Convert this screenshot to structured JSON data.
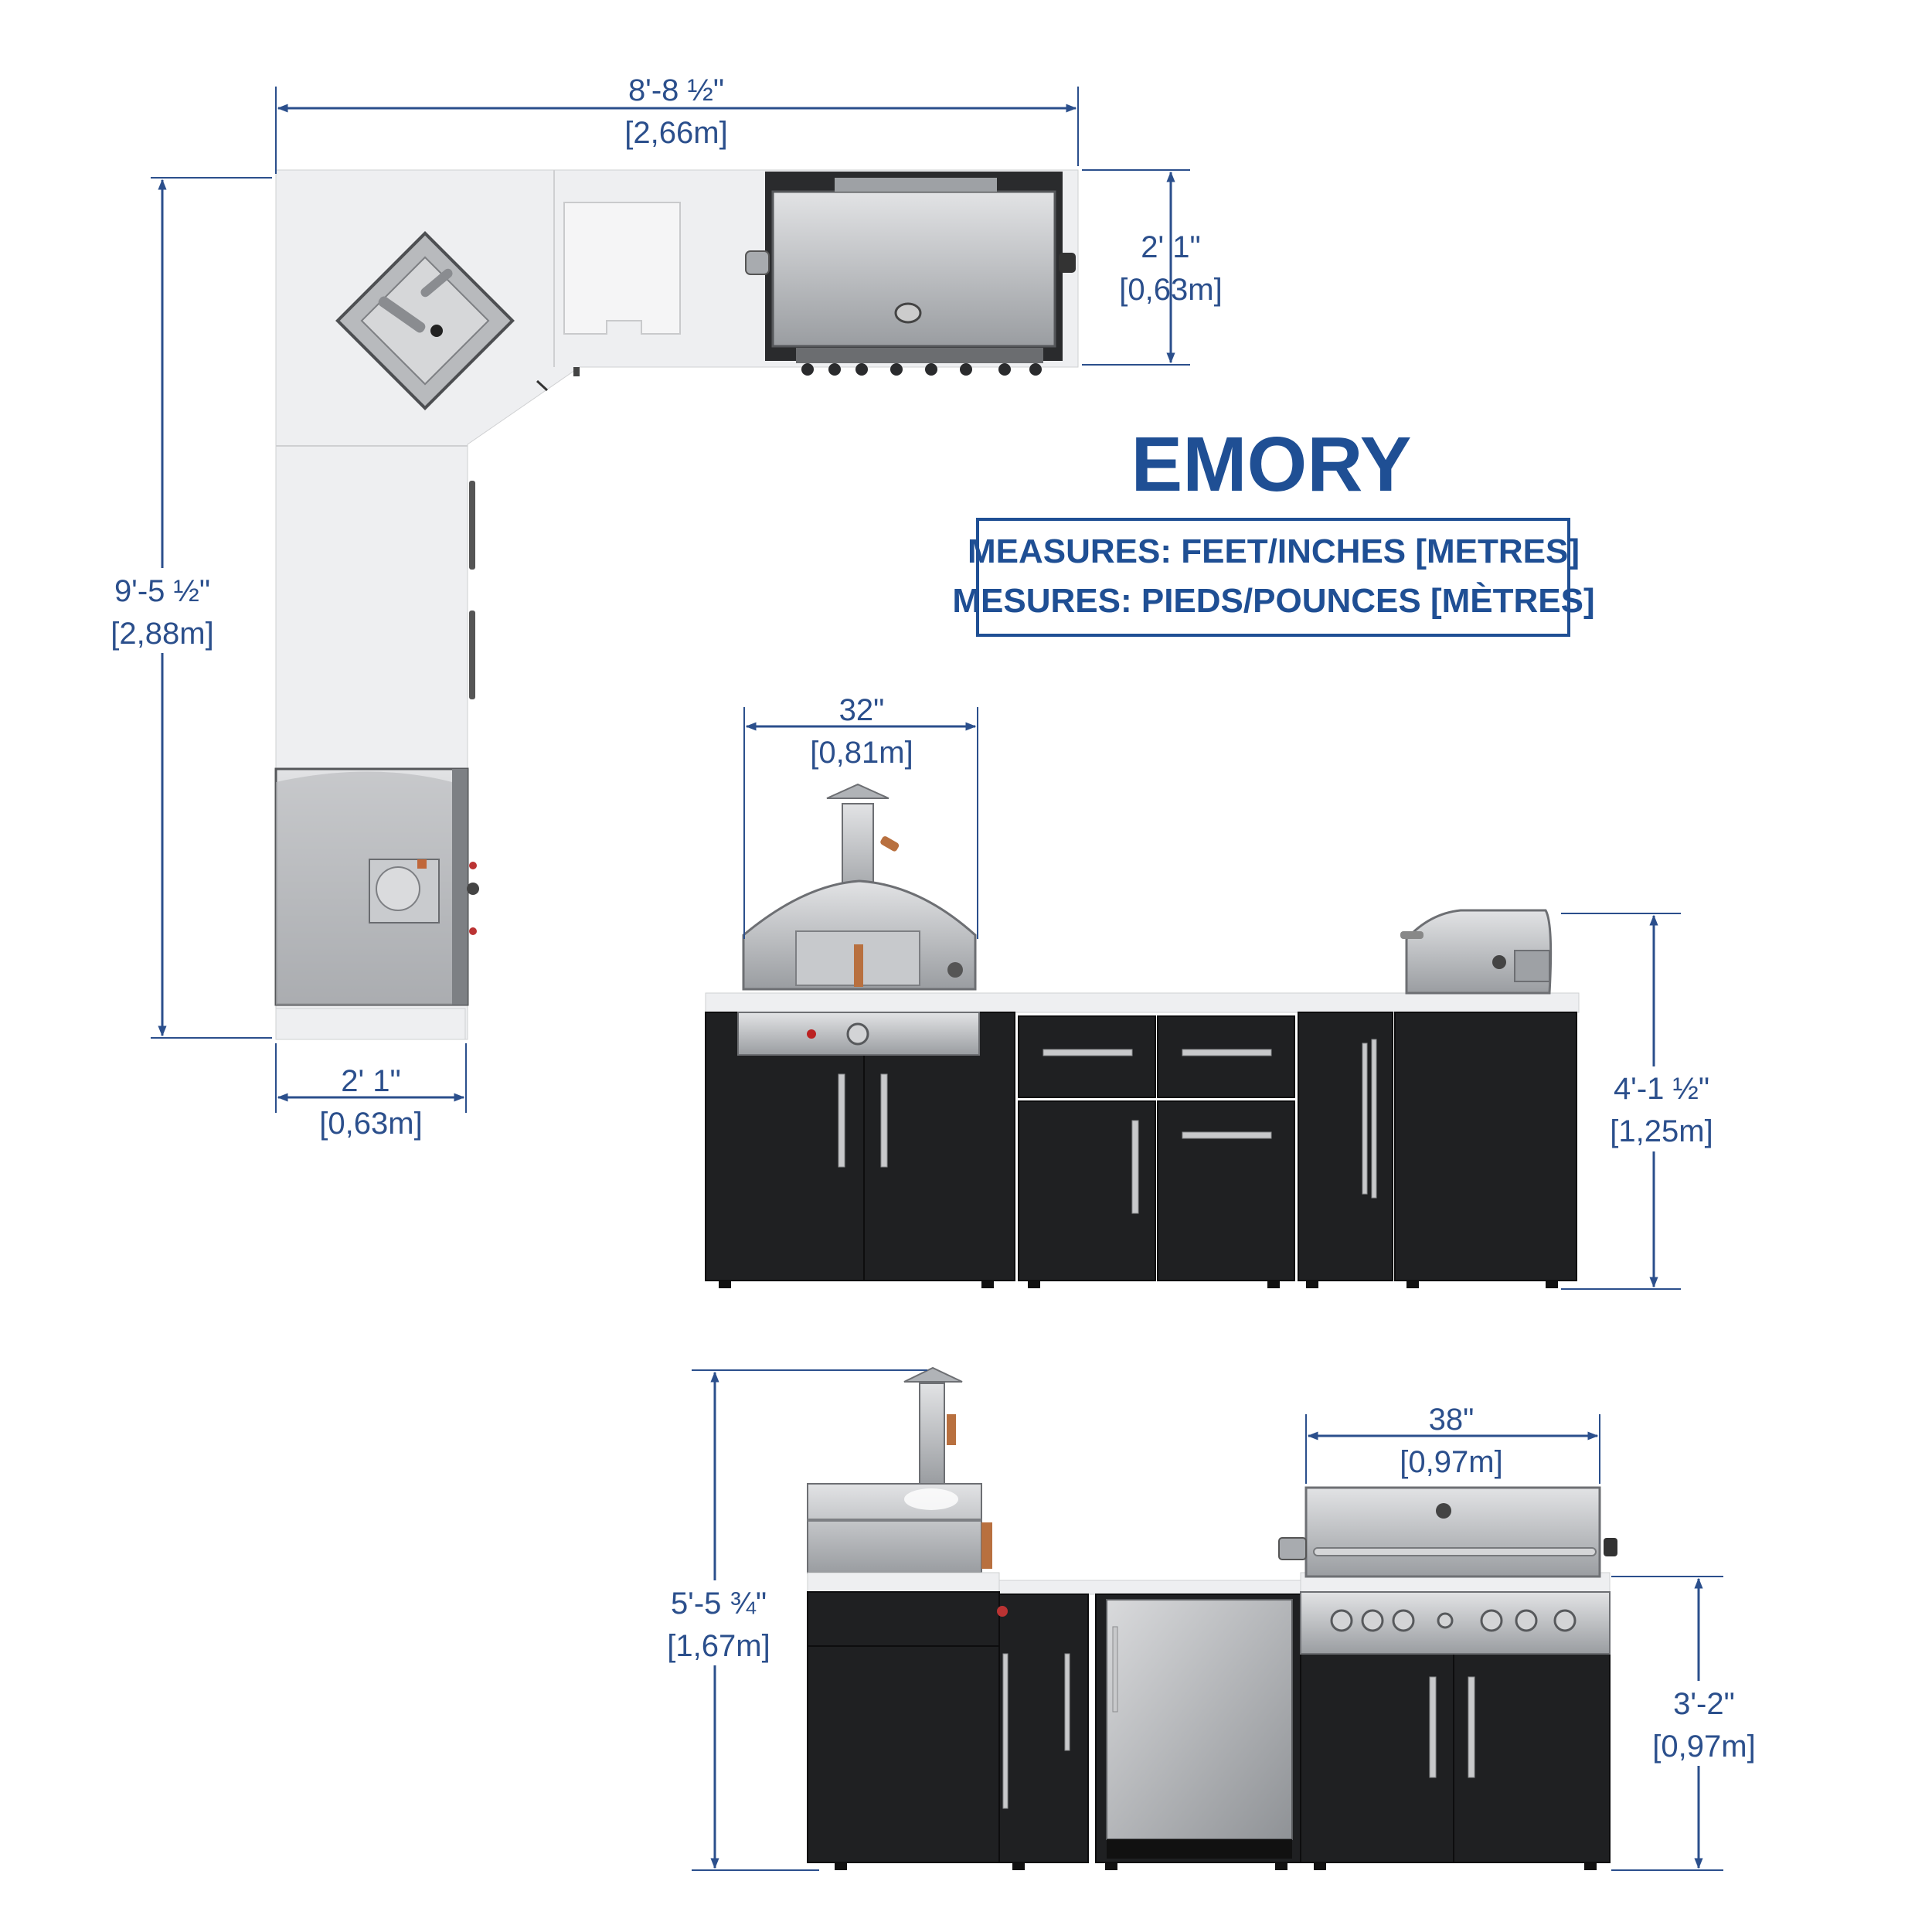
{
  "title": "EMORY",
  "measures_box": {
    "line_en": "MEASURES: FEET/INCHES [METRES]",
    "line_fr": "MESURES: PIEDS/POUNCES [MÈTRES]"
  },
  "colors": {
    "brand_blue": "#1f4f94",
    "dimension_blue": "#2b4f8c",
    "cabinet_black": "#1f2022",
    "countertop_white": "#eeeff1",
    "stainless": "#c3c5c8"
  },
  "top_view": {
    "width_dim": {
      "imperial": "8'-8 ½\"",
      "metric": "[2,66m]"
    },
    "height_dim": {
      "imperial": "9'-5 ½\"",
      "metric": "[2,88m]"
    },
    "depth_right_dim": {
      "imperial": "2' 1\"",
      "metric": "[0,63m]"
    },
    "depth_bottom_dim": {
      "imperial": "2' 1\"",
      "metric": "[0,63m]"
    },
    "components": [
      "corner-sink-icon",
      "cutting-board-icon",
      "grill-icon",
      "pizza-oven-icon"
    ]
  },
  "front_view": {
    "pizza_oven_width_dim": {
      "imperial": "32\"",
      "metric": "[0,81m]"
    },
    "height_dim": {
      "imperial": "4'-1 ½\"",
      "metric": "[1,25m]"
    }
  },
  "side_view": {
    "total_height_dim": {
      "imperial": "5'-5 ¾\"",
      "metric": "[1,67m]"
    },
    "grill_width_dim": {
      "imperial": "38\"",
      "metric": "[0,97m]"
    },
    "counter_height_dim": {
      "imperial": "3'-2\"",
      "metric": "[0,97m]"
    }
  }
}
